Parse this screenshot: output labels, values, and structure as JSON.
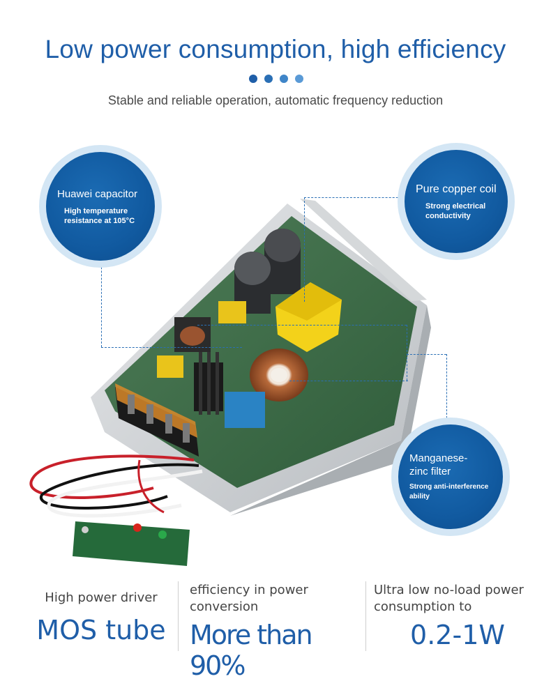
{
  "header": {
    "title": "Low power consumption, high efficiency",
    "subtitle": "Stable and reliable operation, automatic frequency reduction",
    "dot_colors": [
      "#1f5ea8",
      "#2a6fb5",
      "#3f85c8",
      "#5a9ad6"
    ]
  },
  "callouts": [
    {
      "title": "Huawei capacitor",
      "desc": "High temperature resistance at 105°C"
    },
    {
      "title": "Pure copper coil",
      "desc": "Strong electrical conductivity"
    },
    {
      "title": "Manganese-zinc filter",
      "desc": "Strong anti-interference ability"
    }
  ],
  "stats": [
    {
      "label": "High power driver",
      "value": "MOS tube"
    },
    {
      "label": "efficiency in power conversion",
      "value": "More than 90%"
    },
    {
      "label": "Ultra low no-load power consumption to",
      "value": "0.2-1W"
    }
  ],
  "colors": {
    "accent": "#1f5ea8",
    "bubble": "#115aa0",
    "ring": "#d5e7f5"
  }
}
